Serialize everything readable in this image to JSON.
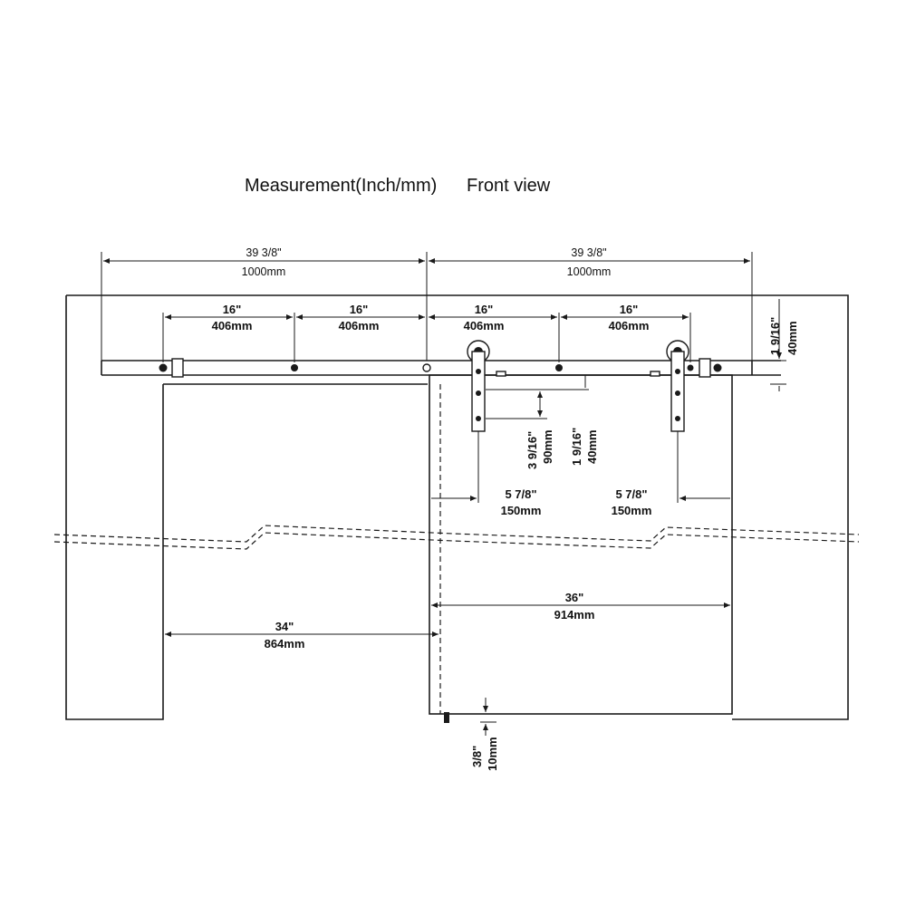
{
  "heading": {
    "measurement": "Measurement(Inch/mm)",
    "view": "Front view"
  },
  "dimensions": {
    "rail_left_in": "39 3/8\"",
    "rail_left_mm": "1000mm",
    "rail_right_in": "39 3/8\"",
    "rail_right_mm": "1000mm",
    "spacing1_in": "16\"",
    "spacing1_mm": "406mm",
    "spacing2_in": "16\"",
    "spacing2_mm": "406mm",
    "spacing3_in": "16\"",
    "spacing3_mm": "406mm",
    "spacing4_in": "16\"",
    "spacing4_mm": "406mm",
    "rail_offset_in": "1 9/16\"",
    "rail_offset_mm": "40mm",
    "hanger_height_in": "3 9/16\"",
    "hanger_height_mm": "90mm",
    "hanger_top_in": "1 9/16\"",
    "hanger_top_mm": "40mm",
    "hanger_left_in": "5 7/8\"",
    "hanger_left_mm": "150mm",
    "hanger_right_in": "5 7/8\"",
    "hanger_right_mm": "150mm",
    "door_width_in": "36\"",
    "door_width_mm": "914mm",
    "opening_width_in": "34\"",
    "opening_width_mm": "864mm",
    "floor_gap_in": "3/8\"",
    "floor_gap_mm": "10mm"
  }
}
